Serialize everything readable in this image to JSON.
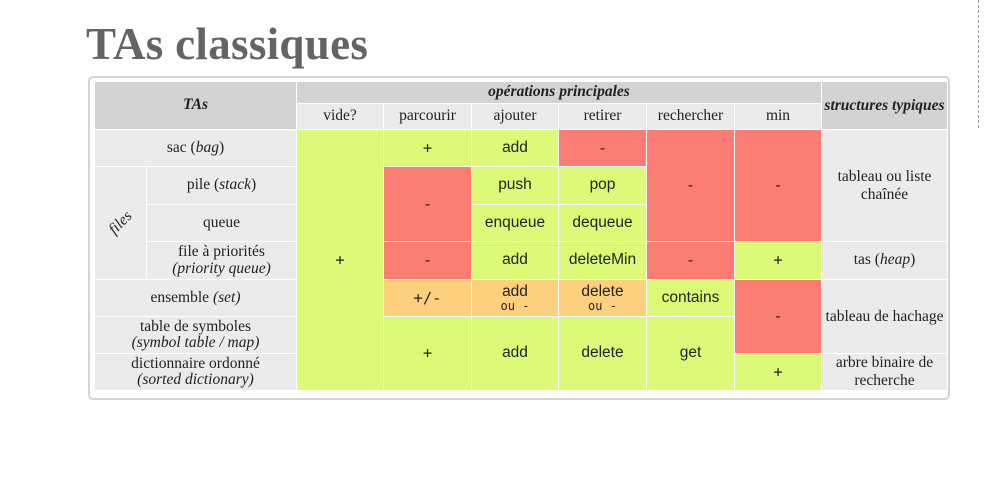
{
  "title": "TAs classiques",
  "header": {
    "tas": "TAs",
    "operations": "opérations principales",
    "structures": "structures typiques",
    "cols": [
      "vide?",
      "parcourir",
      "ajouter",
      "retirer",
      "rechercher",
      "min"
    ]
  },
  "rows": {
    "sac": {
      "name": "sac (",
      "em": "bag",
      "close": ")",
      "parcourir": "+",
      "ajouter": "add",
      "retirer": "-"
    },
    "files_label": "files",
    "pile": {
      "name": "pile (",
      "em": "stack",
      "close": ")",
      "ajouter": "push",
      "retirer": "pop"
    },
    "queue": {
      "name": "queue",
      "ajouter": "enqueue",
      "retirer": "dequeue"
    },
    "prio": {
      "name": "file à priorités",
      "em": "(priority queue)",
      "parcourir": "-",
      "ajouter": "add",
      "retirer": "deleteMin",
      "rechercher": "-",
      "min": "+"
    },
    "ensemble": {
      "name": "ensemble ",
      "em": "(set)",
      "parcourir": "+/-",
      "ajouter": "add",
      "ajouter_sub": "ou -",
      "retirer": "delete",
      "retirer_sub": "ou -",
      "rechercher": "contains"
    },
    "symboles": {
      "name": "table de symboles",
      "em": "(symbol table / map)",
      "parcourir": "+",
      "ajouter": "add",
      "retirer": "delete",
      "rechercher": "get"
    },
    "dict": {
      "name": "dictionnaire ordonné",
      "em": "(sorted dictionary)",
      "min": "+"
    }
  },
  "vide_value": "+",
  "pile_parcourir": "-",
  "rech_top": "-",
  "min_top": "-",
  "min_mid": "-",
  "structures": {
    "tableau_liste": "tableau ou liste chaînée",
    "tas_pre": "tas (",
    "tas_em": "heap",
    "tas_post": ")",
    "hachage": "tableau de hachage",
    "arbre": "arbre binaire de recherche"
  },
  "colors": {
    "green": "#dcfa78",
    "red": "#fb7c73",
    "orange": "#fdd07d",
    "header": "#d3d3d3",
    "rowbg": "#ebebeb"
  }
}
